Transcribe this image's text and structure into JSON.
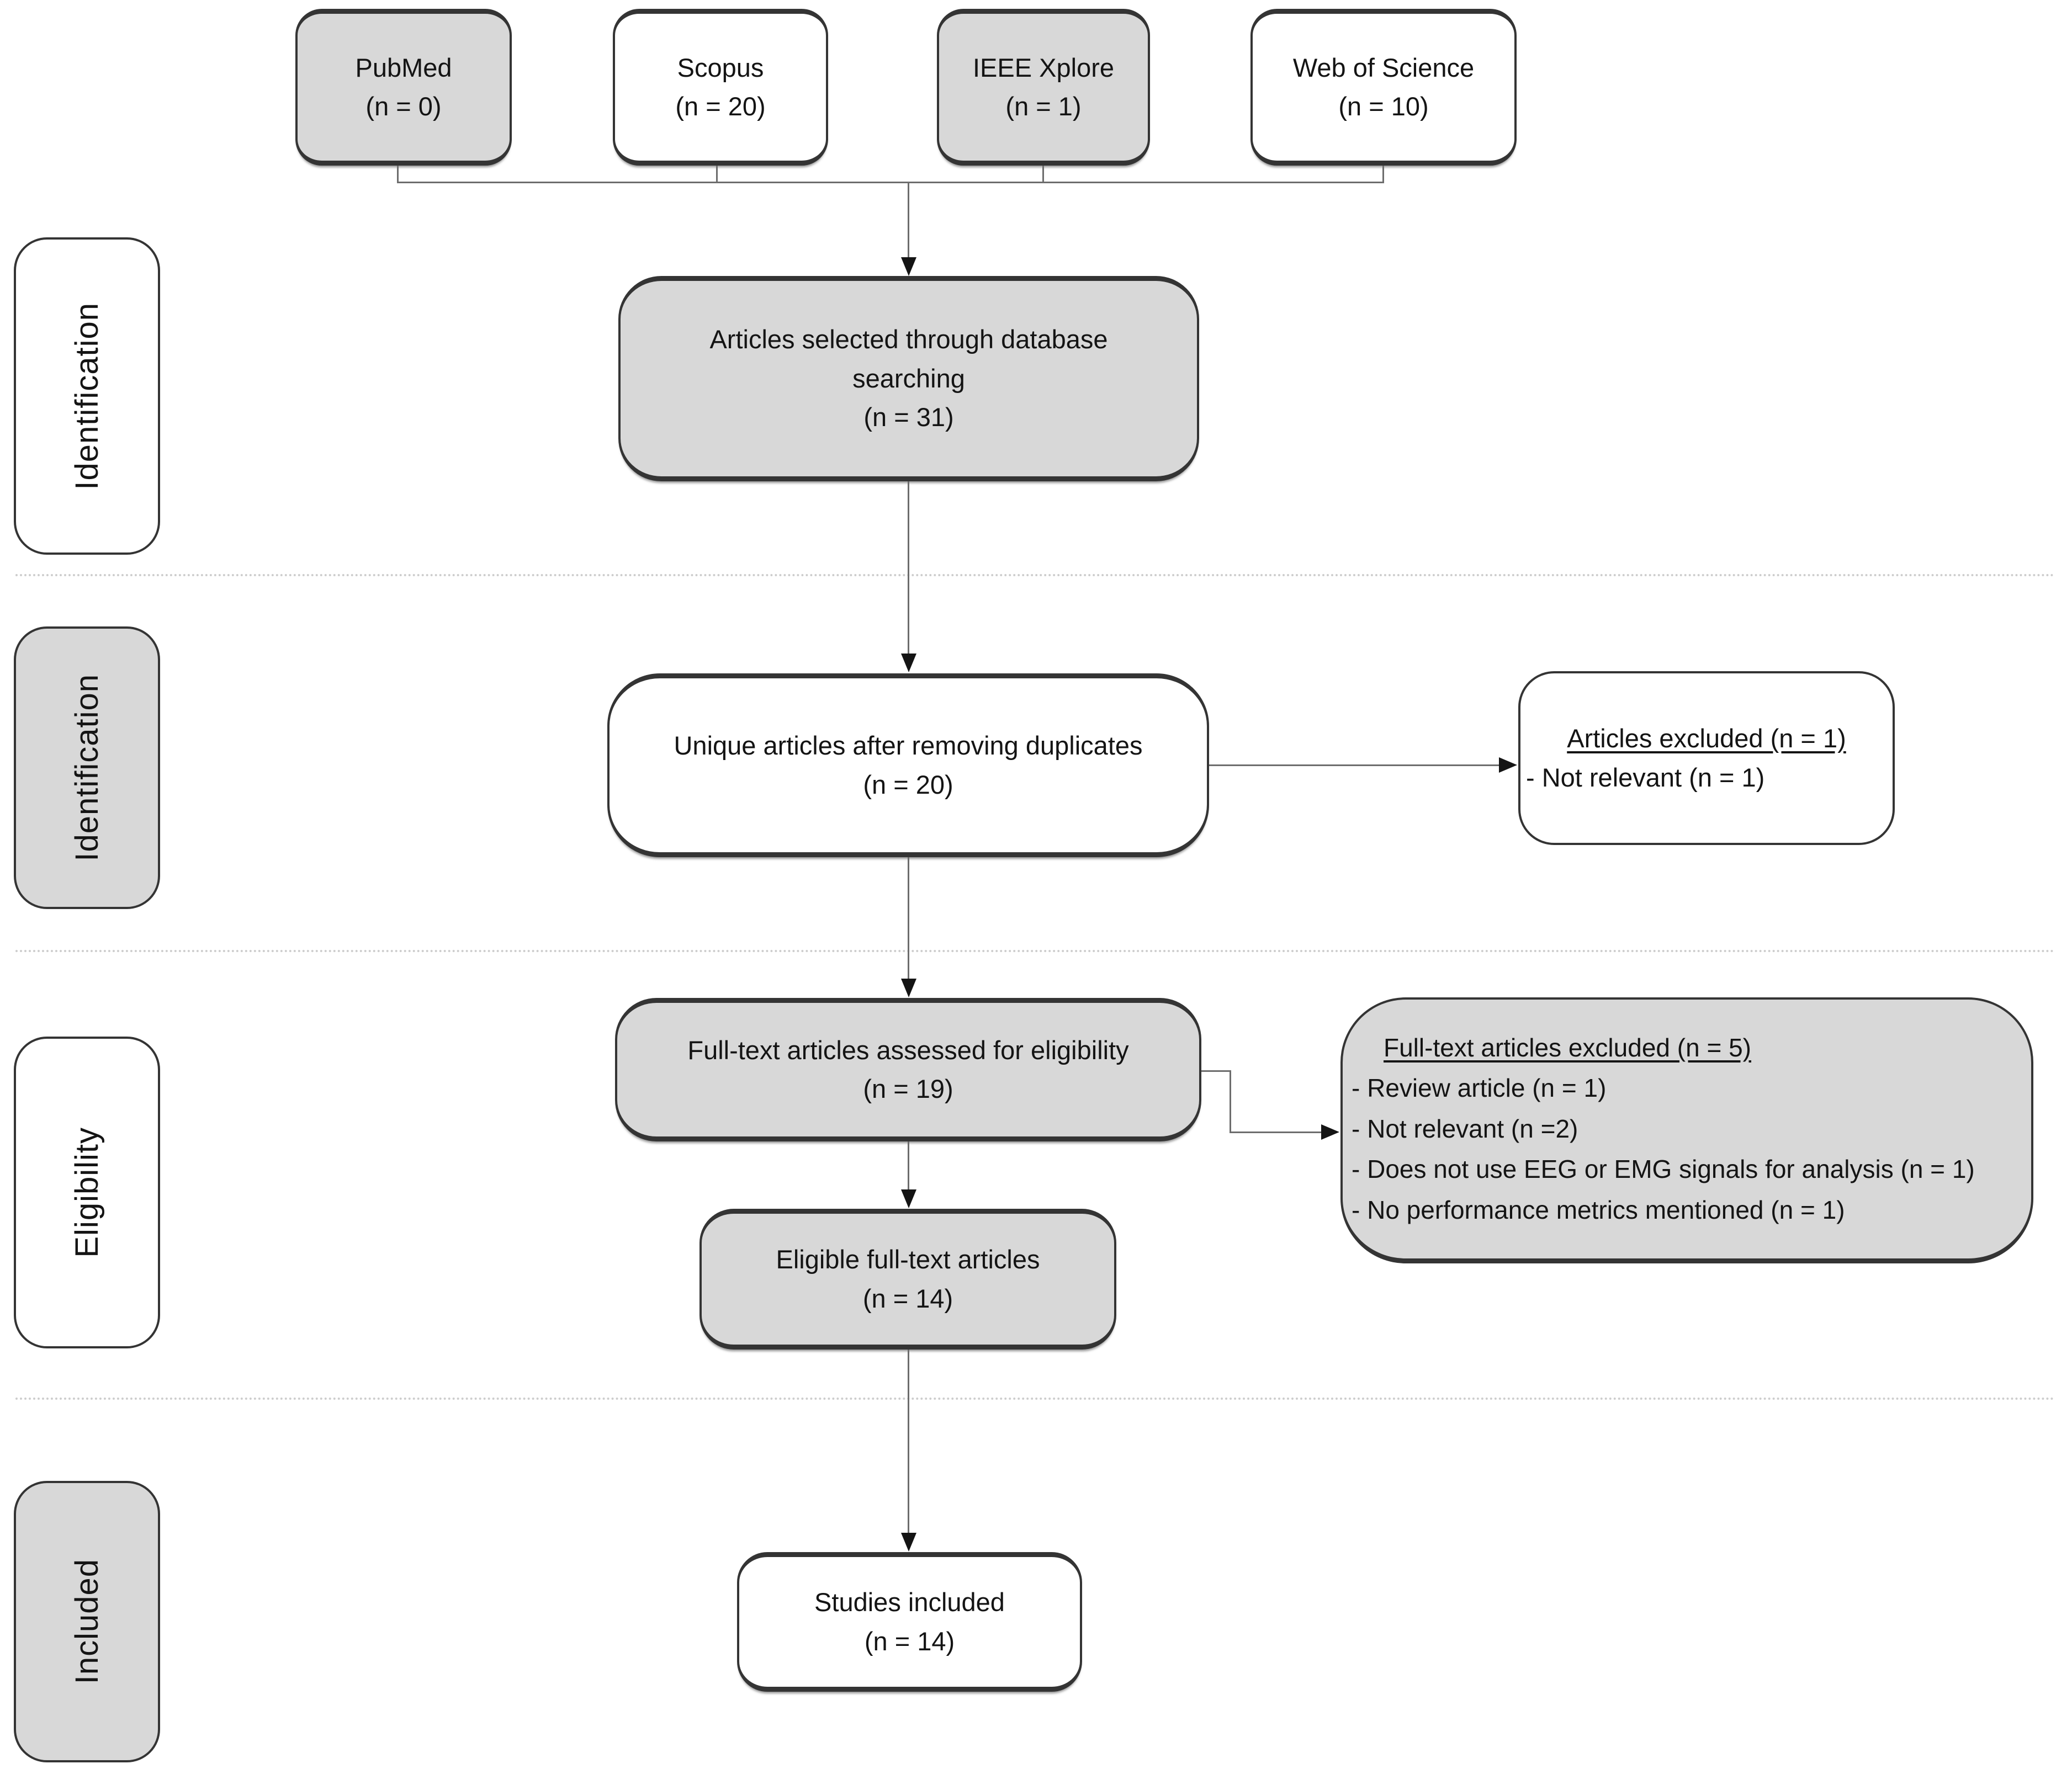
{
  "sections": {
    "identification1": "Identification",
    "identification2": "Identification",
    "eligibility": "Eligibility",
    "included": "Included"
  },
  "sources": {
    "pubmed": {
      "name": "PubMed",
      "count": "(n = 0)"
    },
    "scopus": {
      "name": "Scopus",
      "count": "(n = 20)"
    },
    "ieee": {
      "name": "IEEE Xplore",
      "count": "(n = 1)"
    },
    "wos": {
      "name": "Web of Science",
      "count": "(n = 10)"
    }
  },
  "flow": {
    "selected": {
      "line1": "Articles selected through database",
      "line2": "searching",
      "count": "(n = 31)"
    },
    "unique": {
      "line1": "Unique articles after removing duplicates",
      "count": "(n = 20)"
    },
    "fulltext": {
      "line1": "Full-text articles assessed for eligibility",
      "count": "(n = 19)"
    },
    "eligible": {
      "line1": "Eligible full-text articles",
      "count": "(n = 14)"
    },
    "studies": {
      "line1": "Studies included",
      "count": "(n = 14)"
    }
  },
  "exclusions": {
    "articles_excluded": {
      "title": "Articles excluded (n = 1)",
      "items": [
        "- Not relevant (n = 1)"
      ]
    },
    "fulltext_excluded": {
      "title": "Full-text articles excluded (n = 5)",
      "items": [
        "- Review article (n = 1)",
        "- Not relevant (n =2)",
        "- Does not use EEG or EMG signals for analysis (n = 1)",
        "- No performance metrics mentioned (n = 1)"
      ]
    }
  },
  "colors": {
    "box_gray": "#d8d8d8",
    "box_white": "#ffffff",
    "border": "#343434",
    "connector": "#6d6d6d",
    "separator": "#cdcdcd"
  }
}
